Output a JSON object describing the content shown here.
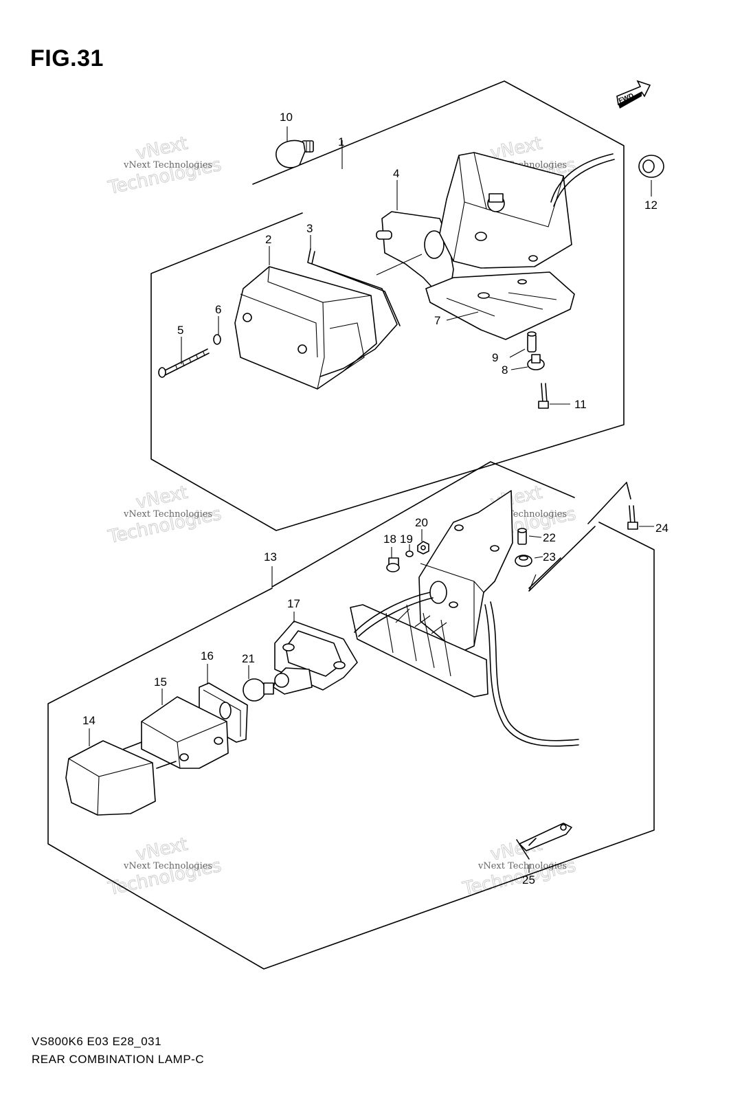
{
  "figure": {
    "title": "FIG.31",
    "fwd_label": "FWD",
    "footer_line1": "VS800K6 E03 E28_031",
    "footer_line2": "REAR COMBINATION LAMP-C"
  },
  "watermark": {
    "line1": "vNext Technologies",
    "line2": "vNext",
    "line3": "Technologies"
  },
  "callouts": {
    "c1": "1",
    "c2": "2",
    "c3": "3",
    "c4": "4",
    "c5": "5",
    "c6": "6",
    "c7": "7",
    "c8": "8",
    "c9": "9",
    "c10": "10",
    "c11": "11",
    "c12": "12",
    "c13": "13",
    "c14": "14",
    "c15": "15",
    "c16": "16",
    "c17": "17",
    "c18": "18",
    "c19": "19",
    "c20": "20",
    "c21": "21",
    "c22": "22",
    "c23": "23",
    "c24": "24",
    "c25": "25"
  }
}
